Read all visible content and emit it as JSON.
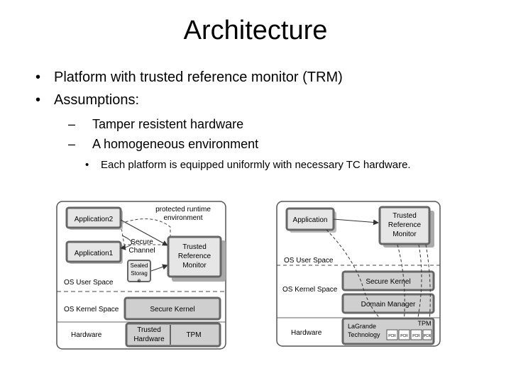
{
  "slide": {
    "title": "Architecture",
    "bullets": [
      "Platform with trusted reference monitor (TRM)",
      "Assumptions:"
    ],
    "sub_bullets": [
      "Tamper resistent hardware",
      "A homogeneous environment"
    ],
    "sub_sub_bullets": [
      "Each platform is equipped uniformly with necessary TC hardware."
    ],
    "bullet_glyph": "•",
    "dash_glyph": "–"
  },
  "left_diagram": {
    "protected_runtime_1": "protected runtime",
    "protected_runtime_2": "environment",
    "application2": "Application2",
    "application1": "Application1",
    "secure_channel_1": "Secure",
    "secure_channel_2": "Channel",
    "sealed_1": "Sealed",
    "sealed_2": "Storag",
    "sealed_3": "e",
    "trm_1": "Trusted",
    "trm_2": "Reference",
    "trm_3": "Monitor",
    "os_user_space": "OS User Space",
    "os_kernel_space": "OS Kernel Space",
    "secure_kernel": "Secure Kernel",
    "hardware": "Hardware",
    "trusted_hw_1": "Trusted",
    "trusted_hw_2": "Hardware",
    "tpm": "TPM"
  },
  "right_diagram": {
    "application": "Application",
    "trm_1": "Trusted",
    "trm_2": "Reference",
    "trm_3": "Monitor",
    "os_user_space": "OS User Space",
    "os_kernel_space": "OS Kernel Space",
    "secure_kernel": "Secure Kernel",
    "domain_manager": "Domain Manager",
    "hardware": "Hardware",
    "lagrande_1": "LaGrande",
    "lagrande_2": "Technology",
    "tpm": "TPM",
    "pcr": "PCR"
  }
}
